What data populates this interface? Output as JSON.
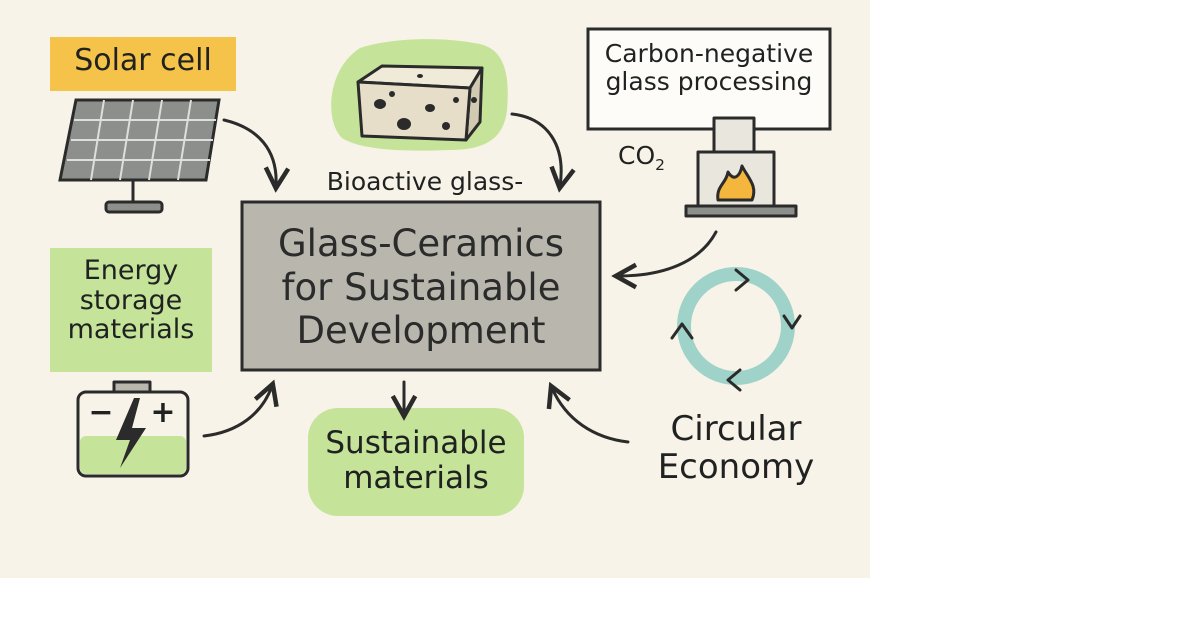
{
  "diagram": {
    "center": {
      "line1": "Glass-Ceramics",
      "line2": "for Sustainable",
      "line3": "Development"
    },
    "solar": {
      "label": "Solar cell"
    },
    "bioactive": {
      "label": "Bioactive glass-"
    },
    "carbon": {
      "line1": "Carbon-negative",
      "line2": "glass processing",
      "co2": "CO",
      "co2_sub": "2"
    },
    "energy": {
      "line1": "Energy",
      "line2": "storage",
      "line3": "materials"
    },
    "battery": {
      "minus": "−",
      "plus": "+"
    },
    "sustainable": {
      "line1": "Sustainable",
      "line2": "materials"
    },
    "circular": {
      "line1": "Circular",
      "line2": "Economy"
    },
    "colors": {
      "background": "#f8f3e8",
      "center_fill": "#b9b6ad",
      "solar_tag": "#f5c24a",
      "green_fill": "#c6e39a",
      "cycle": "#9fd3c9",
      "flame": "#f4b63c",
      "ink": "#1f2221"
    },
    "icons": [
      "solar-panel-icon",
      "porous-glass-block-icon",
      "furnace-flame-icon",
      "battery-lightning-icon",
      "recycle-cycle-icon"
    ]
  }
}
